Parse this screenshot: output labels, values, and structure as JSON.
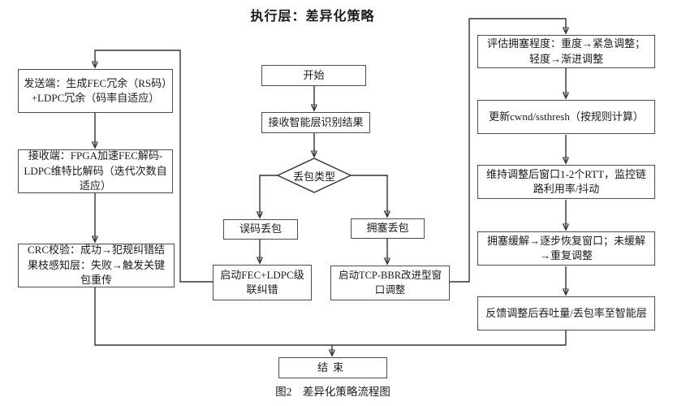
{
  "title": "执行层：差异化策略",
  "caption": "图2　差异化策略流程图",
  "nodes": {
    "start": {
      "label": "开始"
    },
    "receive": {
      "label": "接收智能层识别结果"
    },
    "decision": {
      "label": "丢包类型"
    },
    "bit_error": {
      "label": "误码丢包"
    },
    "congestion": {
      "label": "拥塞丢包"
    },
    "fec": {
      "label": "启动FEC+LDPC级联纠错"
    },
    "tcp_bbr": {
      "label": "启动TCP-BBR改进型窗口调整"
    },
    "sender": {
      "label": "发送端：生成FEC冗余（RS码）+LDPC冗余（码率自适应）"
    },
    "receiver": {
      "label": "接收端：FPGA加速FEC解码-LDPC维特比解码（迭代次数自适应）"
    },
    "crc": {
      "label": "CRC校验：成功→犯规纠错结果枝感知层：失败→触发关键包重传"
    },
    "evaluate": {
      "label": "评估拥塞程度：重度→紧急调整；轻度→渐进调整"
    },
    "update": {
      "label": "更新cwnd/ssthresh（按规则计算）"
    },
    "maintain": {
      "label": "维持调整后窗口1-2个RTT，监控链路利用率/抖动"
    },
    "relief": {
      "label": "拥塞缓解→逐步恢复窗口；未缓解→重复调整"
    },
    "feedback": {
      "label": "反馈调整后吞吐量/丢包率至智能层"
    },
    "end": {
      "label": "结束"
    }
  },
  "colors": {
    "background": "#ffffff",
    "box_border": "#4d4d4d",
    "line": "#333333",
    "text": "#1a1a1a"
  }
}
